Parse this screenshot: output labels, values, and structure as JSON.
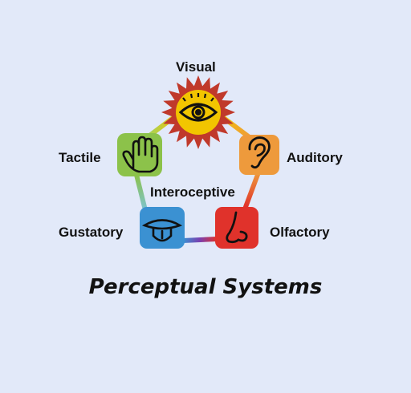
{
  "diagram": {
    "center_label": "Interoceptive",
    "title": "Perceptual Systems",
    "nodes": [
      {
        "id": "visual",
        "label": "Visual",
        "color": "#f2c500",
        "icon": "eye-icon"
      },
      {
        "id": "auditory",
        "label": "Auditory",
        "color": "#ee9a3c",
        "icon": "ear-icon"
      },
      {
        "id": "olfactory",
        "label": "Olfactory",
        "color": "#e0322b",
        "icon": "nose-icon"
      },
      {
        "id": "gustatory",
        "label": "Gustatory",
        "color": "#3b91d2",
        "icon": "tongue-icon"
      },
      {
        "id": "tactile",
        "label": "Tactile",
        "color": "#8cc24a",
        "icon": "hand-icon"
      }
    ],
    "burst_color": "#c0392b"
  }
}
